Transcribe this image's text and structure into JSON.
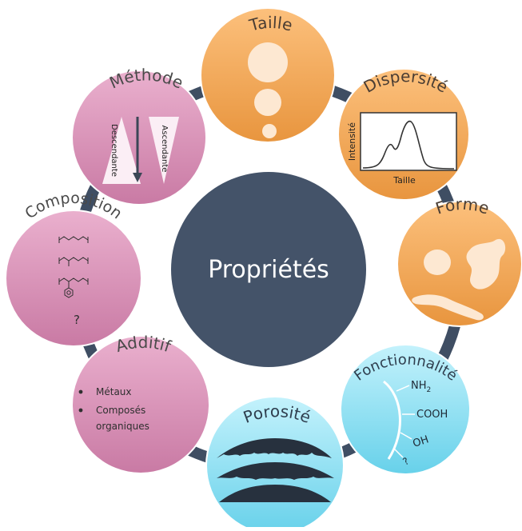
{
  "center": {
    "title": "Propriétés"
  },
  "colors": {
    "hub": "#445369",
    "ring": "#3f4e63",
    "orange_light": "#fcc07c",
    "orange_dark": "#e8953e",
    "pink_light": "#e8a9c9",
    "pink_dark": "#c97aa4",
    "blue_light": "#bff0fb",
    "blue_dark": "#6ad3ec",
    "heading_orange": "#4a3d33",
    "heading_pink": "#4a4a4a"
  },
  "nodes": {
    "taille": {
      "title": "Taille"
    },
    "dispersite": {
      "title": "Dispersité",
      "ylabel": "Intensité",
      "xlabel": "Taille"
    },
    "forme": {
      "title": "Forme"
    },
    "fonctionnalite": {
      "title": "Fonctionnalité",
      "groups": [
        {
          "label": "NH",
          "sub": "2"
        },
        {
          "label": "COOH"
        },
        {
          "label": "OH"
        },
        {
          "label": "?"
        }
      ]
    },
    "porosite": {
      "title": "Porosité"
    },
    "additif": {
      "title": "Additif",
      "items": [
        "Métaux",
        "Composés organiques"
      ]
    },
    "composition": {
      "title": "Composition",
      "question": "?"
    },
    "methode": {
      "title": "Méthode",
      "descendante": "Descendante",
      "ascendante": "Ascendante"
    }
  }
}
